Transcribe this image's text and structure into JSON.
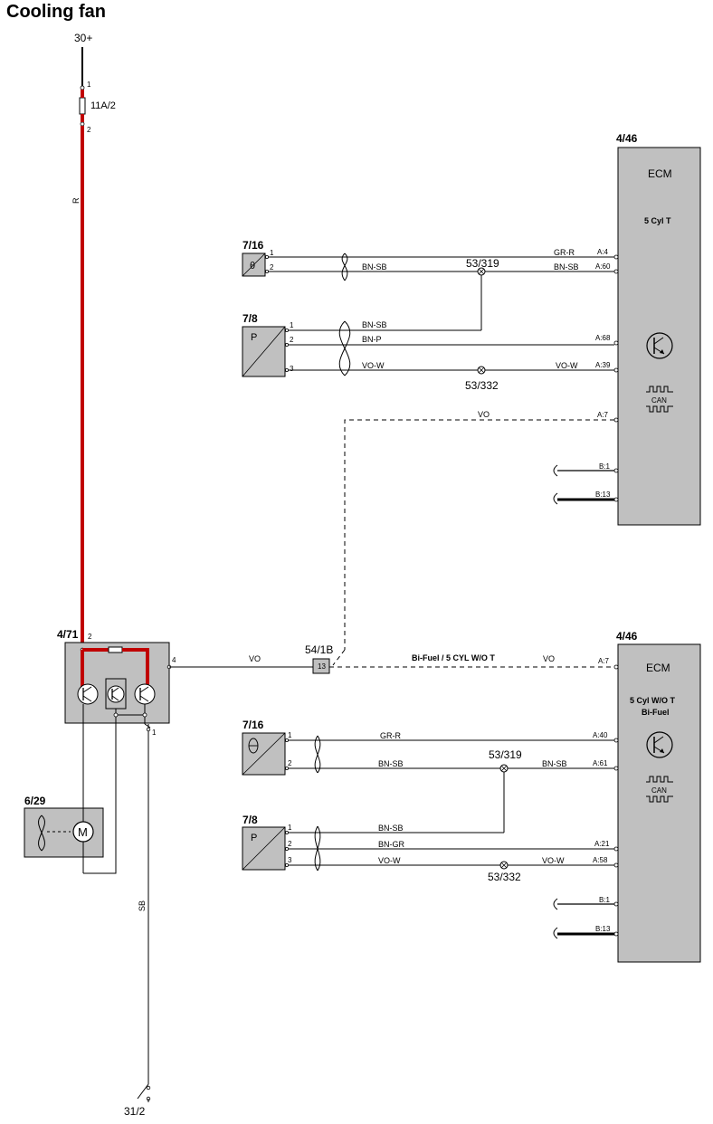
{
  "title": "Cooling fan",
  "power": {
    "supply": "30+",
    "fuse": "11A/2",
    "fuse_pin_in": "1",
    "fuse_pin_out": "2",
    "wire_color": "R"
  },
  "ground": {
    "label": "31/2",
    "wire_color": "SB"
  },
  "fan_module": {
    "ref": "4/71",
    "pin_2": "2",
    "pin_4": "4",
    "pin_1": "1"
  },
  "fan_motor": {
    "ref": "6/29",
    "motor_letter": "M"
  },
  "connector": {
    "ref": "54/1B",
    "pin": "13",
    "wire_color": "VO"
  },
  "ecm_top": {
    "ref": "4/46",
    "name": "ECM",
    "variant": "5 Cyl T",
    "can_label": "CAN",
    "pins": [
      "A:4",
      "A:60",
      "A:68",
      "A:39",
      "A:7",
      "B:1",
      "B:13"
    ],
    "sensor_temp": {
      "ref": "7/16",
      "symbol": "θ",
      "pins": [
        "1",
        "2"
      ],
      "wires": [
        "GR-R",
        "BN-SB"
      ]
    },
    "sensor_press": {
      "ref": "7/8",
      "symbol": "P",
      "pins": [
        "1",
        "2",
        "3"
      ],
      "wires": [
        "BN-SB",
        "BN-P",
        "VO-W"
      ]
    },
    "splice_1": "53/319",
    "splice_2": "53/332",
    "vo_wire": "VO",
    "vo_w_wire": "VO-W"
  },
  "ecm_bottom": {
    "ref": "4/46",
    "name": "ECM",
    "variant_line1": "5 Cyl W/O T",
    "variant_line2": "Bi-Fuel",
    "can_label": "CAN",
    "pins": [
      "A:7",
      "A:40",
      "A:61",
      "A:21",
      "A:58",
      "B:1",
      "B:13"
    ],
    "bifuel_label": "Bi-Fuel / 5 CYL W/O T",
    "vo_wire": "VO",
    "sensor_temp": {
      "ref": "7/16",
      "pins": [
        "1",
        "2"
      ],
      "wires": [
        "GR-R",
        "BN-SB"
      ]
    },
    "sensor_press": {
      "ref": "7/8",
      "symbol": "P",
      "pins": [
        "1",
        "2",
        "3"
      ],
      "wires": [
        "BN-SB",
        "BN-GR",
        "VO-W"
      ]
    },
    "splice_1": "53/319",
    "splice_2": "53/332",
    "bn_sb_ecm": "BN-SB",
    "vo_w_ecm": "VO-W"
  },
  "colors": {
    "power_wire": "#c00000",
    "component_fill": "#c0c0c0"
  },
  "icons": [
    "fan-icon",
    "motor-icon",
    "transistor-icon",
    "can-waveform-icon",
    "temperature-sensor-icon",
    "pressure-sensor-icon",
    "splice-icon",
    "twisted-pair-icon",
    "ground-icon",
    "fuse-icon"
  ]
}
